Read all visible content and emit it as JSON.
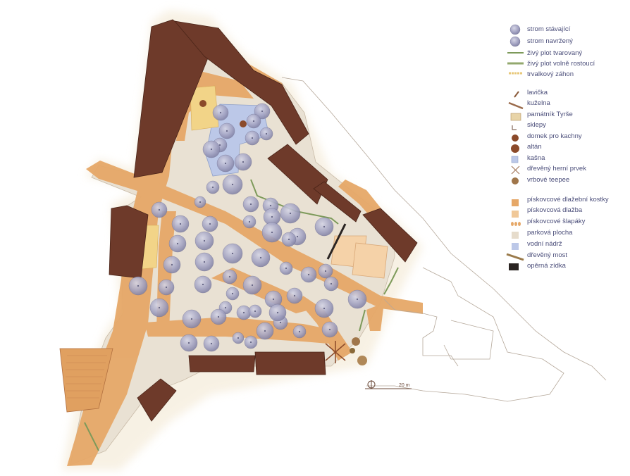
{
  "legend": {
    "trees": [
      {
        "label": "strom stávající",
        "icon": "existing-tree-icon",
        "color": "#9a9ab8"
      },
      {
        "label": "strom navržený",
        "icon": "proposed-tree-icon",
        "color": "#a9a9c6"
      }
    ],
    "hedges": [
      {
        "label": "živý plot tvarovaný",
        "icon": "trimmed-hedge-icon",
        "color": "#7d9a5a"
      },
      {
        "label": "živý plot volně rostoucí",
        "icon": "free-hedge-icon",
        "color": "#93a86e"
      },
      {
        "label": "trvalkový záhon",
        "icon": "perennial-bed-icon",
        "color": "#e8c87a"
      }
    ],
    "furniture": [
      {
        "label": "lavička",
        "icon": "bench-icon",
        "color": "#8a5a3a"
      },
      {
        "label": "kuželna",
        "icon": "bowling-alley-icon",
        "color": "#9a6a4a"
      },
      {
        "label": "památník Tyrše",
        "icon": "monument-icon",
        "color": "#c9a87a"
      },
      {
        "label": "sklepy",
        "icon": "cellar-icon",
        "color": "#6b4a3a"
      },
      {
        "label": "domek pro kachny",
        "icon": "duck-house-icon",
        "color": "#8b4a2a"
      },
      {
        "label": "altán",
        "icon": "gazebo-icon",
        "color": "#8b4a2a"
      },
      {
        "label": "kašna",
        "icon": "fountain-icon",
        "color": "#9aa0b8"
      },
      {
        "label": "dřevěný herní prvek",
        "icon": "wooden-play-element-icon",
        "color": "#9a6a4a"
      },
      {
        "label": "vrbové teepee",
        "icon": "willow-teepee-icon",
        "color": "#a0764a"
      }
    ],
    "surfaces": [
      {
        "label": "pískovcové dlažební kostky",
        "icon": "sandstone-cobbles-icon",
        "color": "#e6a868"
      },
      {
        "label": "pískovcová dlažba",
        "icon": "sandstone-paving-icon",
        "color": "#f0c898"
      },
      {
        "label": "pískovcové šlapáky",
        "icon": "stepping-stones-icon",
        "color": "#e6a868"
      },
      {
        "label": "parková plocha",
        "icon": "park-area-icon",
        "color": "#e6dccc"
      },
      {
        "label": "vodní nádrž",
        "icon": "water-tank-icon",
        "color": "#bcc8e8"
      },
      {
        "label": "dřevěný most",
        "icon": "wooden-bridge-icon",
        "color": "#9a7a4a"
      },
      {
        "label": "opěrná zídka",
        "icon": "retaining-wall-icon",
        "color": "#2a2422"
      }
    ]
  },
  "scale": {
    "label": "20 m"
  },
  "colors": {
    "building": "#6e3a2a",
    "building_dark": "#4a2418",
    "path": "#e6a868",
    "park": "#e9e1d3",
    "water": "#bcc8e8",
    "tree": "#a3a3c2",
    "outline": "#9a8a80"
  }
}
